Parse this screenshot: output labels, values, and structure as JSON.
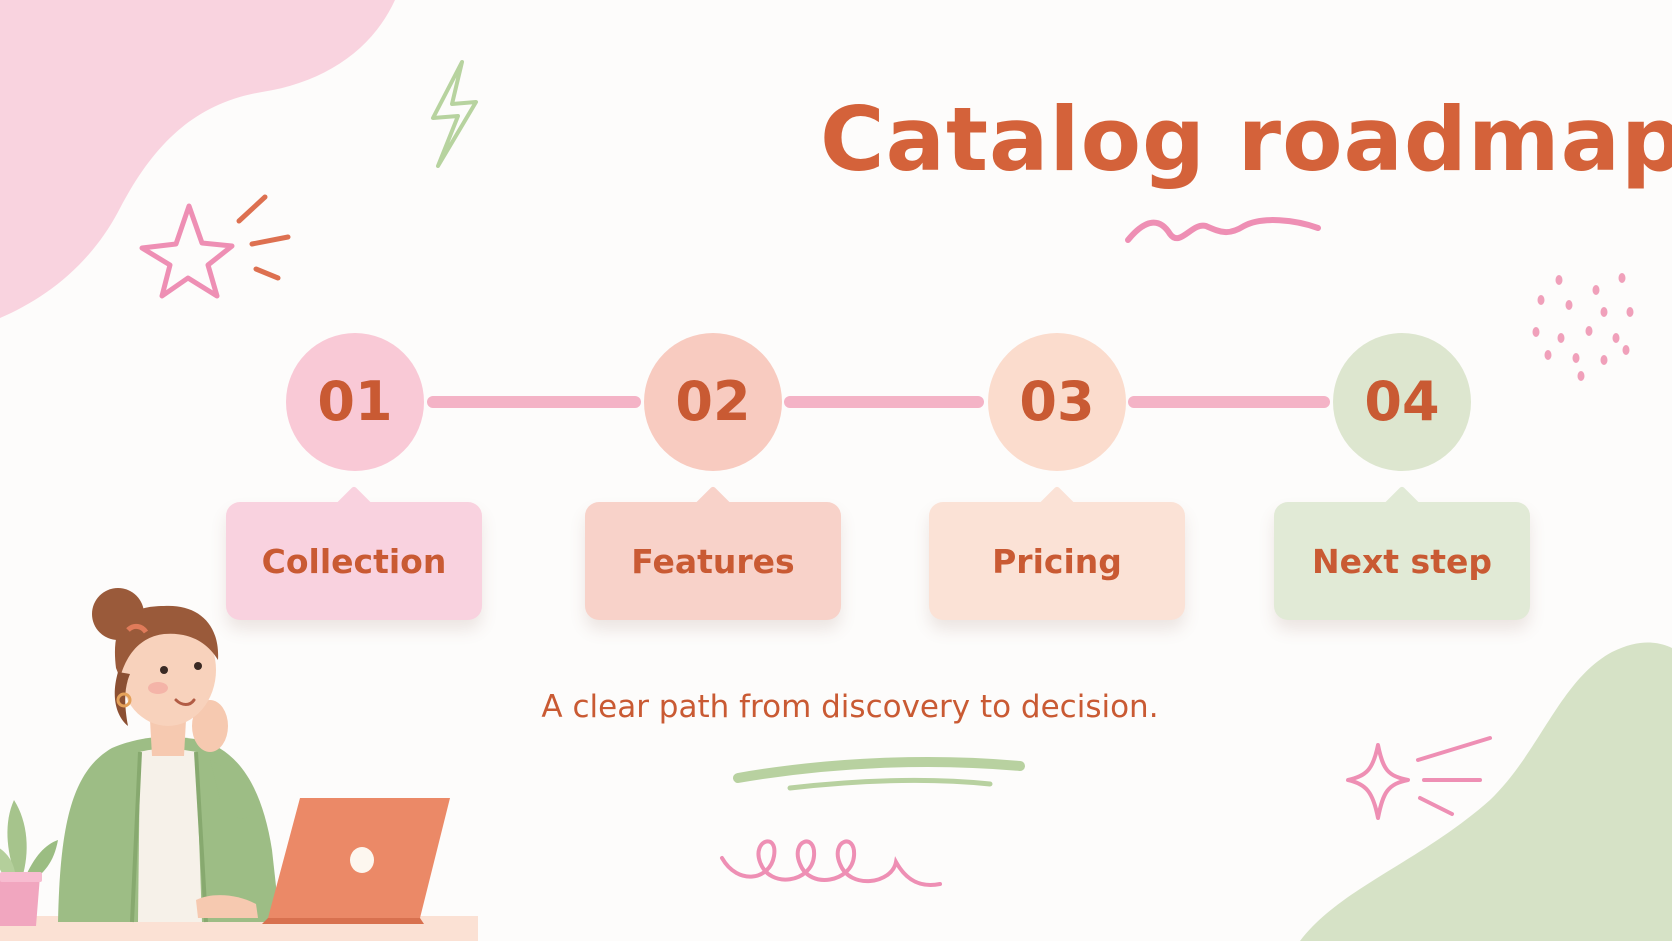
{
  "slide": {
    "title": "Catalog roadmap",
    "subtitle": "A clear path from discovery to decision."
  },
  "steps": [
    {
      "number": "01",
      "label": "Collection",
      "circle_color": "#f9c9d6",
      "card_color": "#f9d2df"
    },
    {
      "number": "02",
      "label": "Features",
      "circle_color": "#f8cbc0",
      "card_color": "#f8d2c9"
    },
    {
      "number": "03",
      "label": "Pricing",
      "circle_color": "#fbdccd",
      "card_color": "#fbe2d6"
    },
    {
      "number": "04",
      "label": "Next step",
      "circle_color": "#dde6cf",
      "card_color": "#e1ead6"
    }
  ],
  "colors": {
    "accent": "#d4623a",
    "connector": "#f4b3c6",
    "blob_pink": "#f9d3df",
    "blob_green": "#d6e2c6"
  },
  "icons": [
    "lightning-icon",
    "star-icon",
    "sparkle-icon",
    "squiggle-icon",
    "dots-icon",
    "loops-icon"
  ],
  "illustration": "woman-with-laptop"
}
